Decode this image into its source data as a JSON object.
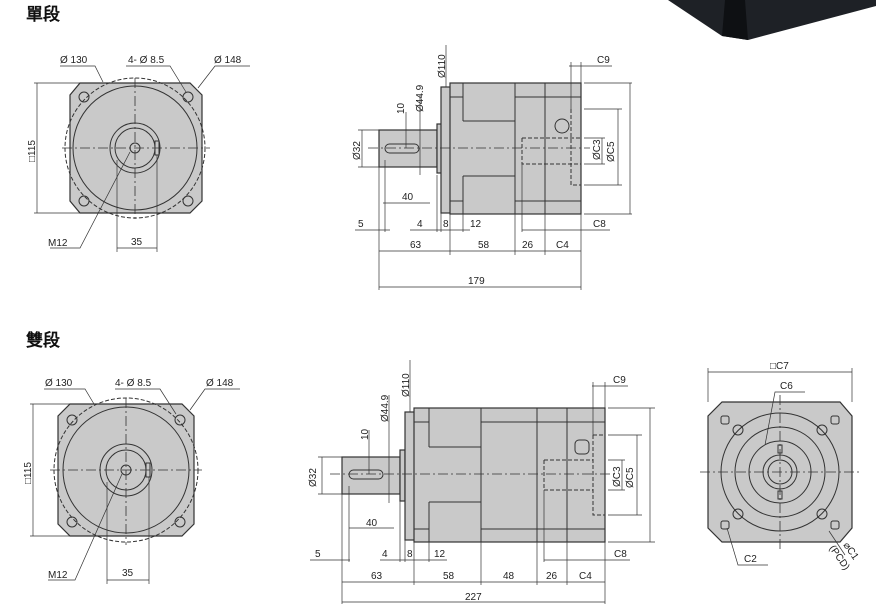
{
  "sections": [
    {
      "title": "單段",
      "front": {
        "d130": "Ø 130",
        "holes": "4- Ø 8.5",
        "d148": "Ø 148",
        "square": "□115",
        "thread": "M12",
        "key": "35"
      },
      "side": {
        "d110": "Ø110",
        "d449": "Ø44.9",
        "key_w": "10",
        "d32": "Ø32",
        "key_len": "40",
        "d5": "5",
        "d4": "4",
        "d8": "8",
        "d12": "12",
        "c8": "C8",
        "c9": "C9",
        "c3": "ØC3",
        "c5": "ØC5",
        "segments": [
          "63",
          "58",
          "26",
          "C4"
        ],
        "total": "179"
      }
    },
    {
      "title": "雙段",
      "front": {
        "d130": "Ø 130",
        "holes": "4- Ø 8.5",
        "d148": "Ø 148",
        "square": "□115",
        "thread": "M12",
        "key": "35"
      },
      "side": {
        "d110": "Ø110",
        "d449": "Ø44.9",
        "key_w": "10",
        "d32": "Ø32",
        "key_len": "40",
        "d5": "5",
        "d4": "4",
        "d8": "8",
        "d12": "12",
        "c8": "C8",
        "c9": "C9",
        "c3": "ØC3",
        "c5": "ØC5",
        "segments": [
          "63",
          "58",
          "48",
          "26",
          "C4"
        ],
        "total": "227"
      }
    }
  ],
  "output_view": {
    "c7": "□C7",
    "c6": "C6",
    "c2": "C2",
    "c1": "⌀C1",
    "pcd": "(PCD)"
  },
  "colors": {
    "body": "#c9c9c9",
    "line": "#333333",
    "photo": "#1e2126"
  }
}
